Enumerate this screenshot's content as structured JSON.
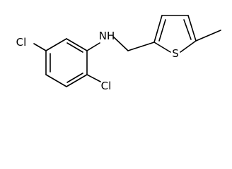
{
  "structure": {
    "atoms": {
      "cl_left": "Cl",
      "nh": "NH",
      "sulfur": "S",
      "cl_bottom": "Cl"
    },
    "colors": {
      "bond": "#000000",
      "label": "#000000",
      "background": "#ffffff"
    }
  }
}
